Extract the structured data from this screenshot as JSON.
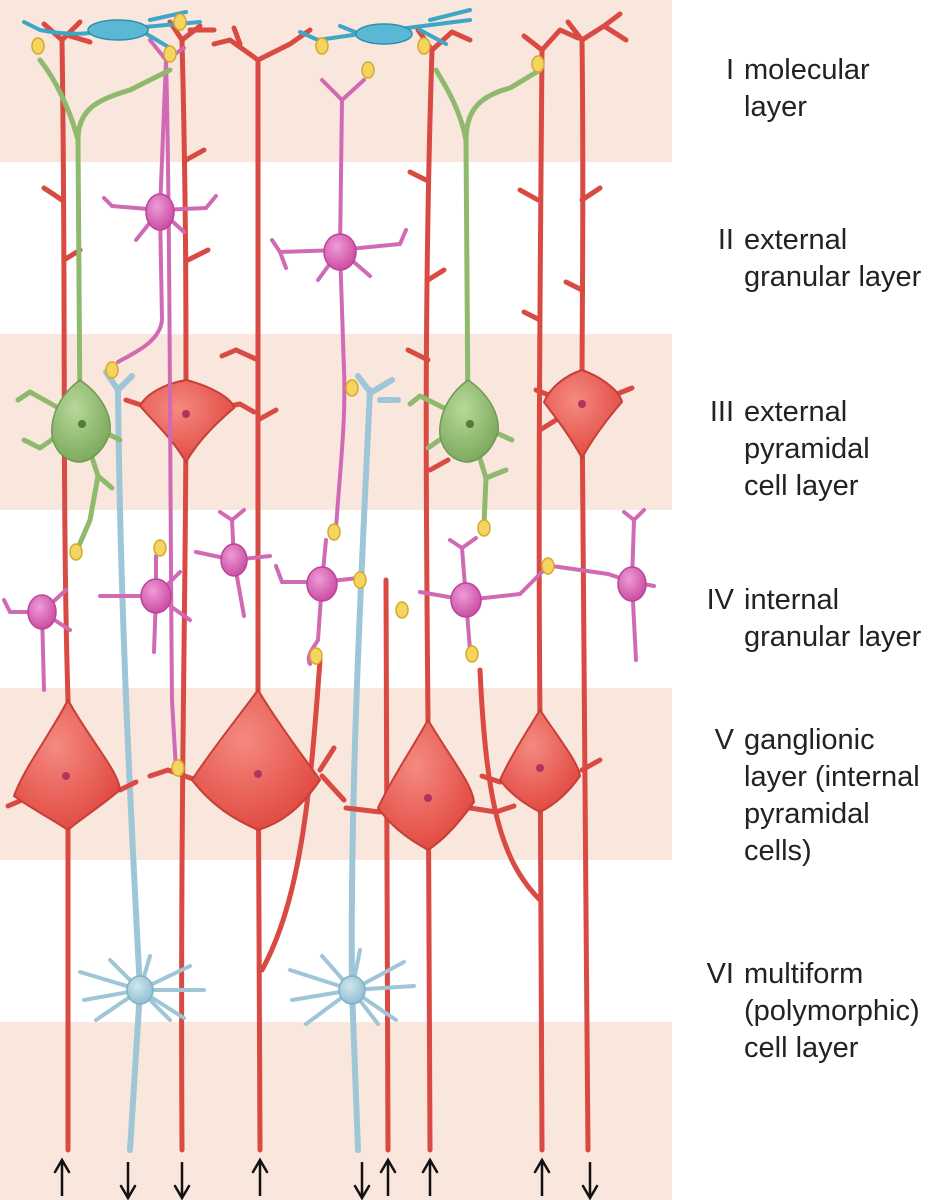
{
  "layers": [
    {
      "numeral": "I",
      "name": "molecular\nlayer"
    },
    {
      "numeral": "II",
      "name": "external\ngranular layer"
    },
    {
      "numeral": "III",
      "name": "external\npyramidal\ncell layer"
    },
    {
      "numeral": "IV",
      "name": "internal\ngranular layer"
    },
    {
      "numeral": "V",
      "name": "ganglionic\nlayer (internal\npyramidal\ncells)"
    },
    {
      "numeral": "VI",
      "name": "multiform\n(polymorphic)\ncell layer"
    }
  ],
  "arrows": [
    {
      "direction": "up"
    },
    {
      "direction": "down"
    },
    {
      "direction": "down"
    },
    {
      "direction": "up"
    },
    {
      "direction": "down"
    },
    {
      "direction": "up"
    },
    {
      "direction": "up"
    },
    {
      "direction": "up"
    },
    {
      "direction": "down"
    }
  ],
  "colors": {
    "band": "#f9e6dc",
    "pyramidal": "#e8564d",
    "pyramidal_stroke": "#c63f38",
    "granule": "#d760b4",
    "stellate_green": "#8fba6e",
    "fusiform_blue": "#9ec6d6",
    "horizontal_blue": "#3ea7c8",
    "synapse": "#f6d460",
    "label_text": "#222222"
  }
}
